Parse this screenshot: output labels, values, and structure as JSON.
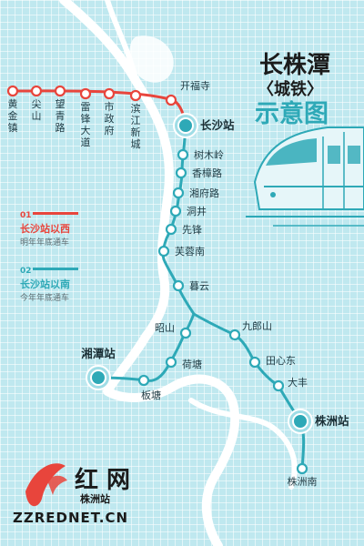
{
  "title": {
    "main": "长株潭",
    "sub": "〈城铁〉",
    "map": "示意图"
  },
  "colors": {
    "west_line": "#e8453c",
    "south_line": "#2ea9b7",
    "station_fill": "#2ea9b7",
    "water": "#ffffff",
    "bg": "#bfe8ef"
  },
  "west_stations": [
    {
      "name": "黄金镇",
      "vertical": true
    },
    {
      "name": "尖山",
      "vertical": true
    },
    {
      "name": "望青路",
      "vertical": true
    },
    {
      "name": "雷锋大道",
      "vertical": true
    },
    {
      "name": "市政府",
      "vertical": true
    },
    {
      "name": "滨江新城",
      "vertical": true
    },
    {
      "name": "开福寺",
      "vertical": false
    }
  ],
  "hubs": [
    {
      "name": "长沙站"
    },
    {
      "name": "湘潭站"
    },
    {
      "name": "株洲站"
    }
  ],
  "trunk_stations": [
    {
      "name": "树木岭"
    },
    {
      "name": "香樟路"
    },
    {
      "name": "湘府路"
    },
    {
      "name": "洞井"
    },
    {
      "name": "先锋"
    },
    {
      "name": "芙蓉南"
    },
    {
      "name": "暮云"
    }
  ],
  "xiangtan_branch": [
    {
      "name": "昭山"
    },
    {
      "name": "荷塘"
    },
    {
      "name": "板塘"
    }
  ],
  "zhuzhou_branch": [
    {
      "name": "九郎山"
    },
    {
      "name": "田心东"
    },
    {
      "name": "大丰"
    },
    {
      "name": "株洲南"
    }
  ],
  "legend": [
    {
      "num": "01",
      "name": "长沙站以西",
      "desc": "明年年底通车",
      "color": "#e8453c"
    },
    {
      "num": "02",
      "name": "长沙站以南",
      "desc": "今年年底通车",
      "color": "#2ea9b7"
    }
  ],
  "logo": {
    "chars": "红 网",
    "sub": "株洲站",
    "url": "ZZREDNET.CN"
  }
}
